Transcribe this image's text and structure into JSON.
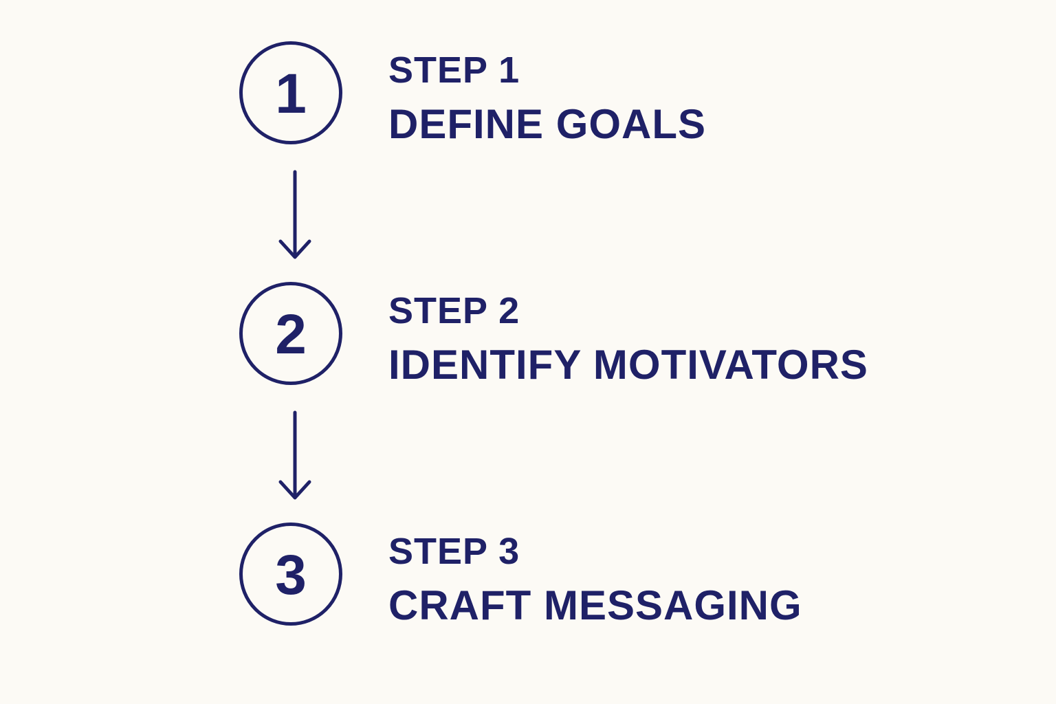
{
  "colors": {
    "background": "#fcfaf5",
    "ink": "#1f2167"
  },
  "steps": [
    {
      "number": "1",
      "label": "STEP 1",
      "title": "DEFINE GOALS"
    },
    {
      "number": "2",
      "label": "STEP 2",
      "title": "IDENTIFY MOTIVATORS"
    },
    {
      "number": "3",
      "label": "STEP 3",
      "title": "CRAFT MESSAGING"
    }
  ]
}
